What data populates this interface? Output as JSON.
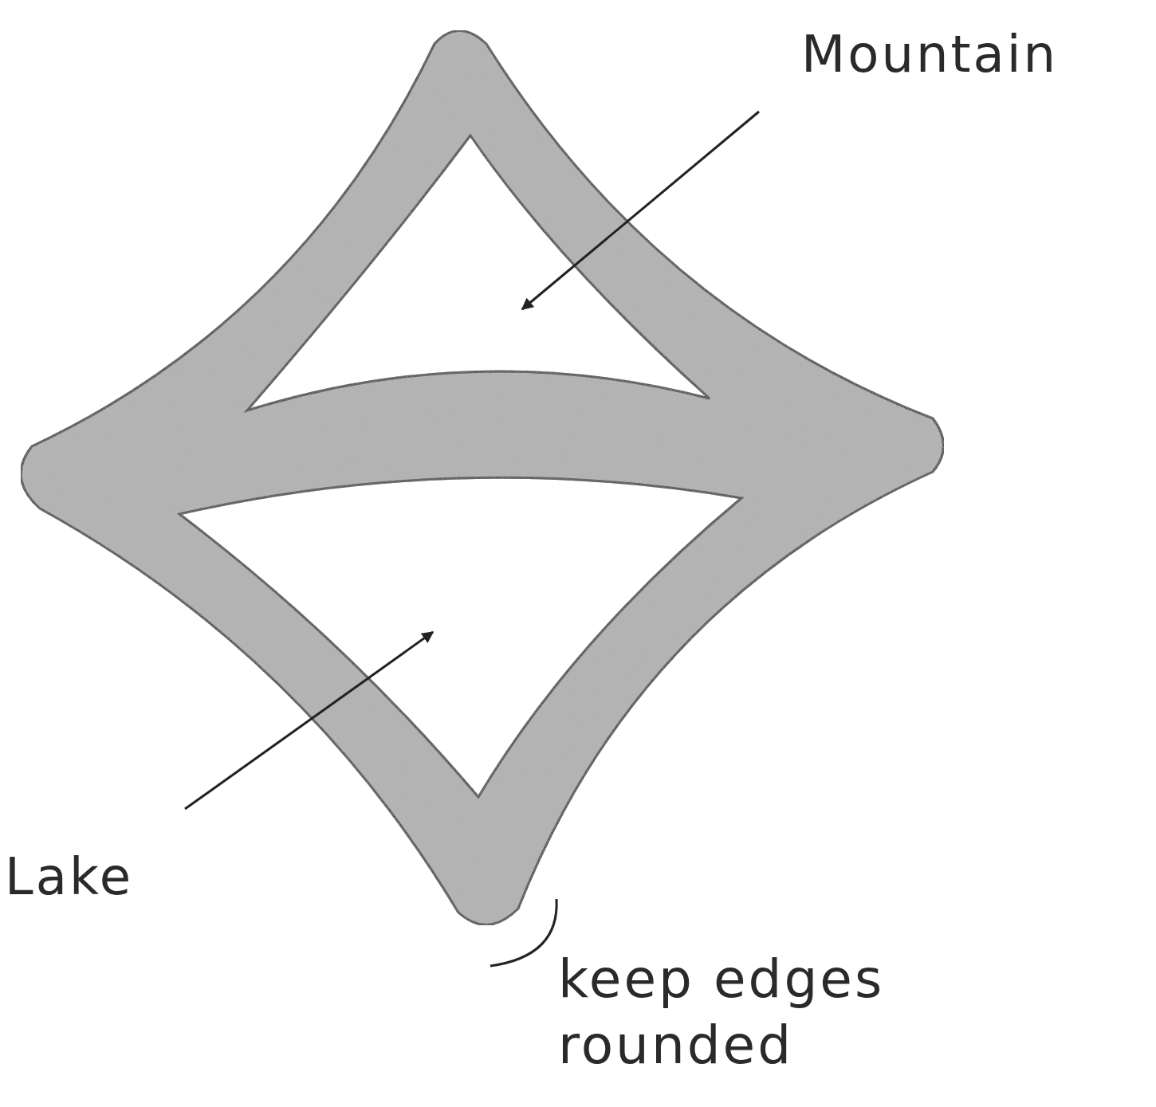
{
  "diagram": {
    "labels": [
      "Mountain",
      "Lake",
      "keep edges rounded"
    ]
  }
}
